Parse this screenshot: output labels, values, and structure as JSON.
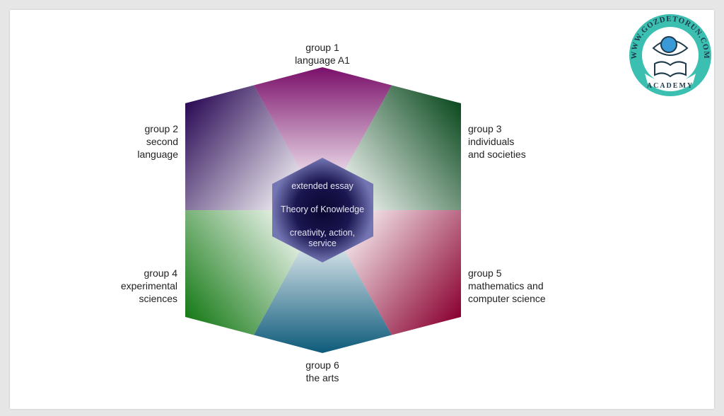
{
  "groups": [
    {
      "lines": [
        "group 1",
        "language A1"
      ],
      "color": "#7a0f6a"
    },
    {
      "lines": [
        "group 2",
        "second",
        "language"
      ],
      "color": "#2a0a55"
    },
    {
      "lines": [
        "group 3",
        "individuals",
        "and societies"
      ],
      "color": "#0b4a1f"
    },
    {
      "lines": [
        "group 4",
        "experimental",
        "sciences"
      ],
      "color": "#177a17"
    },
    {
      "lines": [
        "group 5",
        "mathematics and",
        "computer science"
      ],
      "color": "#8a0030"
    },
    {
      "lines": [
        "group 6",
        "the arts"
      ],
      "color": "#0d5a7a"
    }
  ],
  "core": {
    "items": [
      "extended essay",
      "Theory of Knowledge",
      "creativity, action,",
      "service"
    ],
    "color": "#0a0630"
  },
  "logo": {
    "text_top": "WWW.GOZDETORUN.COM",
    "text_bottom": "ACADEMY",
    "color": "#3bbfb0"
  }
}
